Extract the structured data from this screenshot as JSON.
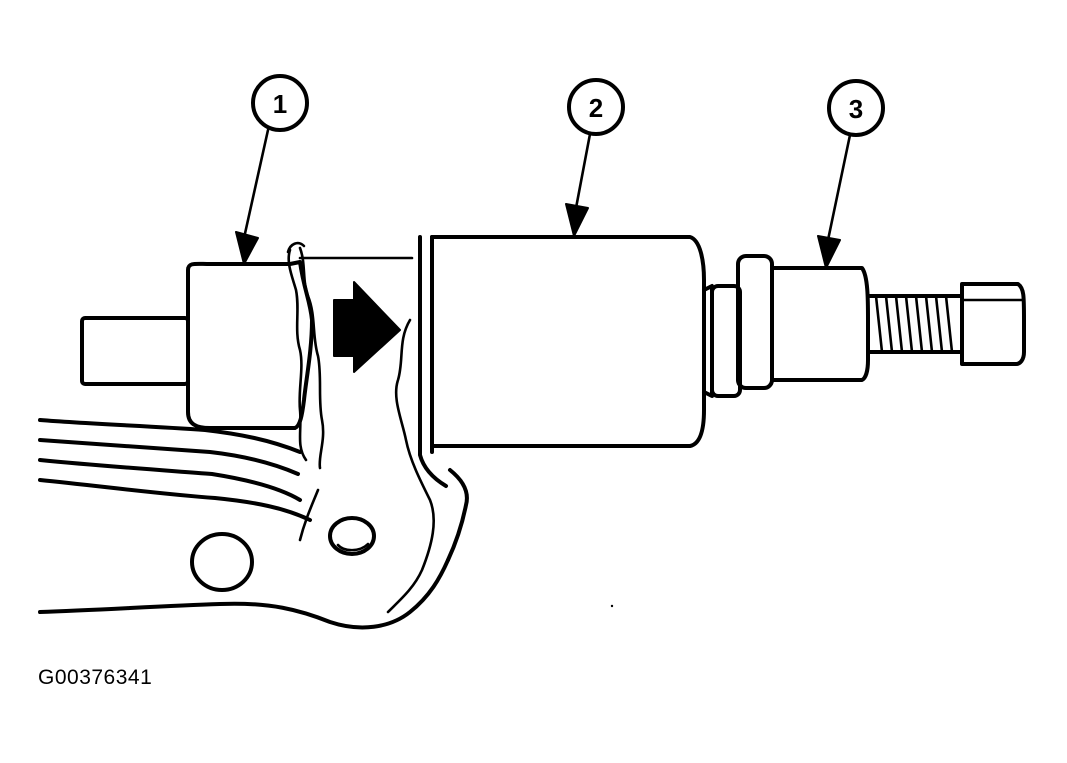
{
  "callouts": [
    {
      "label": "1"
    },
    {
      "label": "2"
    },
    {
      "label": "3"
    }
  ],
  "figure_id": "G00376341",
  "colors": {
    "ink": "#000000",
    "background": "#ffffff"
  }
}
